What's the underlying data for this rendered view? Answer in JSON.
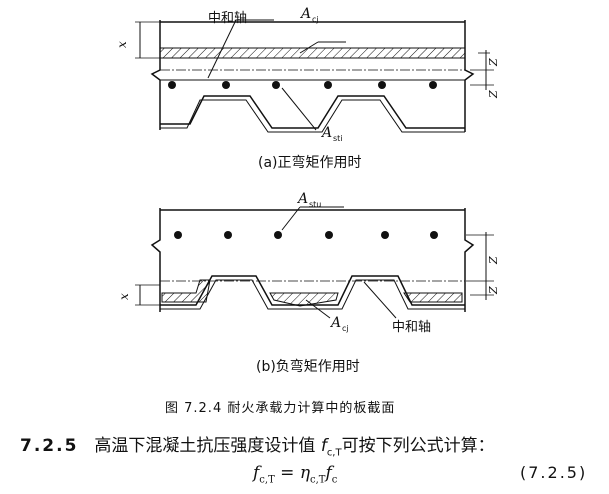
{
  "figure_a": {
    "neutral_axis_label": "中和轴",
    "concrete_area_label": "A",
    "concrete_area_sub": "cj",
    "steel_area_label": "A",
    "steel_area_sub": "sti",
    "dim_x": "x",
    "dim_z": "Z",
    "caption": "(a)正弯矩作用时"
  },
  "figure_b": {
    "steel_area_label": "A",
    "steel_area_sub": "stu",
    "concrete_area_label": "A",
    "concrete_area_sub": "cj",
    "neutral_axis_label": "中和轴",
    "dim_x": "x",
    "dim_z": "Z",
    "caption": "(b)负弯矩作用时"
  },
  "figure_title": "图 7.2.4   耐火承载力计算中的板截面",
  "clause": {
    "number": "7.2.5",
    "text_before": "高温下混凝土抗压强度设计值 ",
    "symbol": "f",
    "symbol_sub": "c,T",
    "text_after": "可按下列公式计算："
  },
  "formula": {
    "lhs": "f",
    "lhs_sub": "c,T",
    "equals": "=",
    "coef": "η",
    "coef_sub": "c,T",
    "rhs": "f",
    "rhs_sub": "c",
    "number": "(7.2.5)"
  },
  "colors": {
    "ink": "#111111",
    "paper": "#ffffff"
  }
}
